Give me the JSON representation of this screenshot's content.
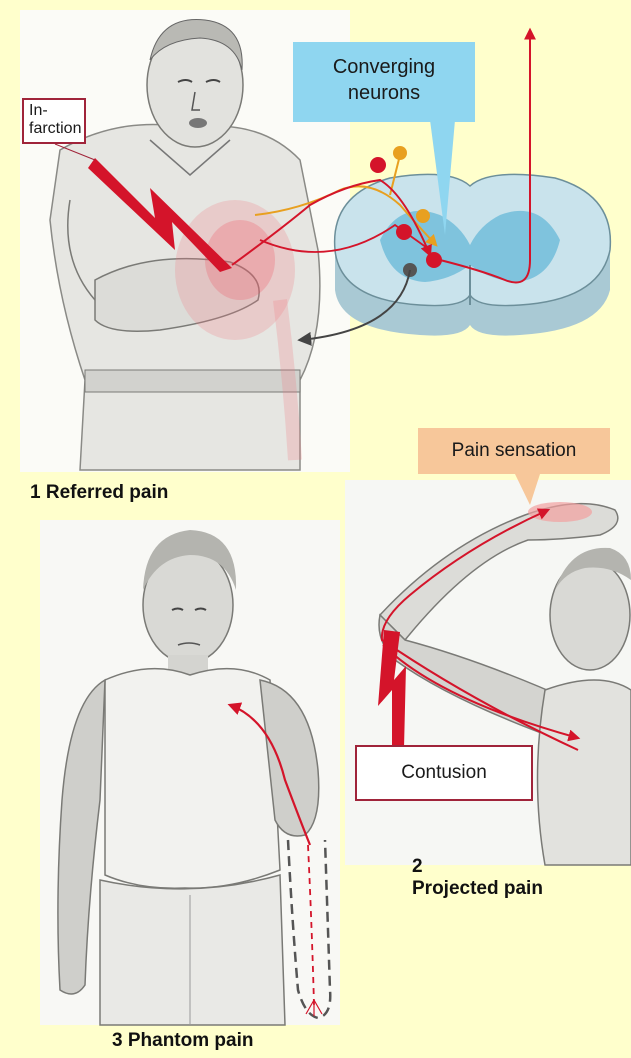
{
  "labels": {
    "infarction_line1": "In-",
    "infarction_line2": "farction",
    "converging_line1": "Converging",
    "converging_line2": "neurons",
    "pain_sensation": "Pain sensation",
    "contusion": "Contusion"
  },
  "captions": {
    "referred": "1 Referred pain",
    "projected_number": "2",
    "projected_text": "Projected pain",
    "phantom": "3 Phantom pain"
  },
  "colors": {
    "background": "#ffffcc",
    "pain_red": "#d4142a",
    "neuron_orange": "#e8a020",
    "spinal_cord_blue": "#c9e3ec",
    "gray_matter_blue": "#7fc3dd",
    "label_border": "#a0243a",
    "callout_blue": "#8fd6f0",
    "callout_orange": "#f7c79a"
  },
  "icons": [
    "lightning-bolt-icon",
    "neuron-dot-icon",
    "arrow-icon"
  ]
}
